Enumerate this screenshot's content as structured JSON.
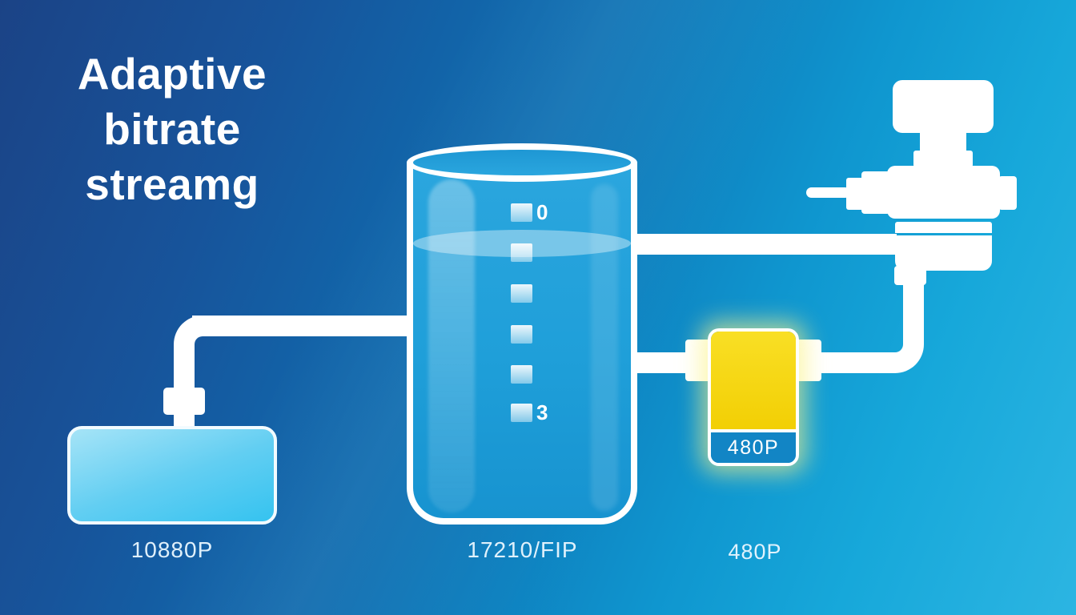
{
  "title": {
    "line1": "Adaptive",
    "line2": "bitrate",
    "line3": "streamg"
  },
  "beaker": {
    "scale_top_label": "0",
    "scale_bottom_label": "3",
    "caption": "17210/FIP"
  },
  "source_tank": {
    "caption": "10880P"
  },
  "filter_cartridge": {
    "label": "480P",
    "caption": "480P"
  },
  "colors": {
    "bg_dark": "#1b4386",
    "bg_mid": "#0e6fb2",
    "bg_bright": "#2cb5e2",
    "pipe": "#ffffff",
    "liquid_top": "#2ba6de",
    "liquid_bottom": "#1793d0",
    "cartridge_yellow": "#f2cf04",
    "cartridge_band": "#1285c5"
  }
}
